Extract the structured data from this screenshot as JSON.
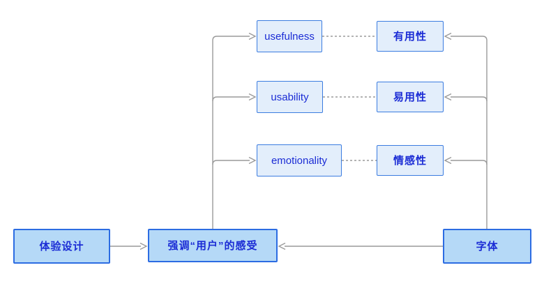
{
  "diagram": {
    "background": "#ffffff",
    "connector_color": "#9a9a9a",
    "colors": {
      "top_box_fill": "#e3eefb",
      "top_box_border": "#3b7ce0",
      "bottom_box_fill": "#b5d9f7",
      "bottom_box_border": "#2c6ce2",
      "text": "#1b2cd5"
    },
    "nodes": [
      {
        "id": "usefulness",
        "label": "usefulness"
      },
      {
        "id": "usefulness-cn",
        "label": "有用性"
      },
      {
        "id": "usability",
        "label": "usability"
      },
      {
        "id": "usability-cn",
        "label": "易用性"
      },
      {
        "id": "emotionality",
        "label": "emotionality"
      },
      {
        "id": "emotionality-cn",
        "label": "情感性"
      },
      {
        "id": "experience-design",
        "label": "体验设计"
      },
      {
        "id": "user-feeling",
        "label": "强调“用户”的感受"
      },
      {
        "id": "font",
        "label": "字体"
      }
    ],
    "edges": [
      {
        "from": "强调“用户”的感受",
        "to": "usefulness",
        "type": "solid-arrow"
      },
      {
        "from": "强调“用户”的感受",
        "to": "usability",
        "type": "solid-arrow"
      },
      {
        "from": "强调“用户”的感受",
        "to": "emotionality",
        "type": "solid-arrow"
      },
      {
        "from": "字体",
        "to": "有用性",
        "type": "solid-arrow"
      },
      {
        "from": "字体",
        "to": "易用性",
        "type": "solid-arrow"
      },
      {
        "from": "字体",
        "to": "情感性",
        "type": "solid-arrow"
      },
      {
        "from": "体验设计",
        "to": "强调“用户”的感受",
        "type": "solid-arrow"
      },
      {
        "from": "字体",
        "to": "强调“用户”的感受",
        "type": "solid-arrow"
      },
      {
        "from": "usefulness",
        "to": "有用性",
        "type": "dashed"
      },
      {
        "from": "usability",
        "to": "易用性",
        "type": "dashed"
      },
      {
        "from": "emotionality",
        "to": "情感性",
        "type": "dashed"
      }
    ]
  }
}
